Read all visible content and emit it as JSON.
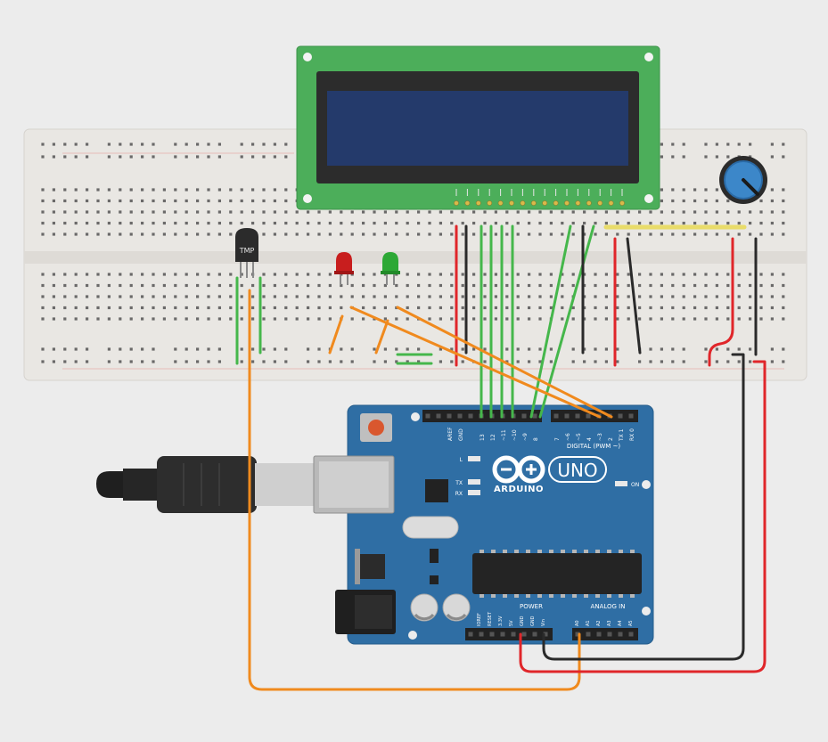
{
  "sensor": {
    "label": "TMP"
  },
  "arduino": {
    "brand": "ARDUINO",
    "model": "UNO",
    "digital_label": "DIGITAL (PWM ~)",
    "aref_label": "AREF",
    "gnd_label": "GND",
    "digital_pins": [
      "13",
      "12",
      "~11",
      "~10",
      "~9",
      "8",
      "7",
      "~6",
      "~5",
      "4",
      "~3",
      "2",
      "TX 1",
      "RX 0"
    ],
    "power_label": "POWER",
    "analog_label": "ANALOG IN",
    "power_pins": [
      "IOREF",
      "RESET",
      "3.3V",
      "5V",
      "GND",
      "GND",
      "Vin"
    ],
    "analog_pins": [
      "A0",
      "A1",
      "A2",
      "A3",
      "A4",
      "A5"
    ],
    "led_labels": [
      "L",
      "TX",
      "RX"
    ],
    "on_label": "ON"
  },
  "colors": {
    "breadboard": "#e9e7e3",
    "lcd_pcb": "#4cae5a",
    "lcd_screen": "#243a6b",
    "board": "#2f6ea4",
    "wire_orange": "#f08a1e",
    "wire_green": "#45b74b",
    "wire_red": "#e0262a",
    "wire_black": "#2a2a2a",
    "wire_yellow": "#e9dc6a",
    "led_red": "#c81e1e",
    "led_green": "#2da835"
  }
}
